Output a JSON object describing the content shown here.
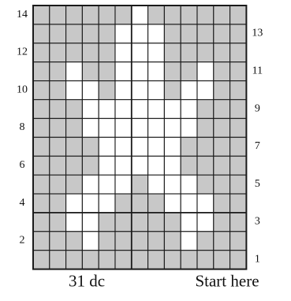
{
  "colors": {
    "filled": "#c8c8c8",
    "open": "#ffffff",
    "line": "#1a1a1a"
  },
  "chart_data": {
    "type": "heatmap",
    "columns": 13,
    "rows": 14,
    "row_order": "top-to-bottom",
    "pattern": [
      "0000001000000",
      "0000011100000",
      "0000011100000",
      "0010011100100",
      "0011011101100",
      "0001111111000",
      "0001111111000",
      "0000111110000",
      "0000111110000",
      "0001110111000",
      "0011100011100",
      "0011000001100",
      "0001000001000",
      "0000000000000"
    ],
    "left_row_labels": [
      "14",
      "12",
      "10",
      "8",
      "6",
      "4",
      "2"
    ],
    "right_row_labels": [
      "13",
      "11",
      "9",
      "7",
      "5",
      "3",
      "1"
    ],
    "bottom_left_label": "31 dc",
    "bottom_right_label": "Start here"
  }
}
